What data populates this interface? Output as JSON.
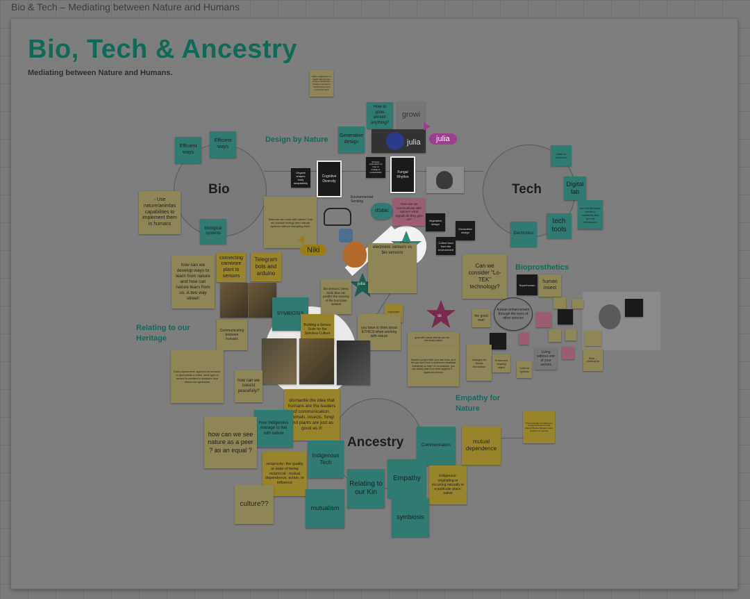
{
  "window": {
    "tab_title": "Bio & Tech – Mediating between Nature and Humans"
  },
  "board": {
    "title": "Bio, Tech & Ancestry",
    "subtitle": "Mediating between Nature and Humans."
  },
  "circles": {
    "bio": "Bio",
    "tech": "Tech",
    "ancestry": "Ancestry"
  },
  "headings": {
    "design_by_nature": "Design by Nature",
    "relating_heritage": "Relating to our Heritage",
    "bioprosthetics": "Bioprosthetics",
    "empathy_nature": "Empathy for Nature"
  },
  "tags": {
    "julia": "julia",
    "niki": "Niki",
    "growi": "growi",
    "photo_julia": "julia",
    "dsdac": "dSdac"
  },
  "stars": {
    "chris": "Chris",
    "julia2": "julia",
    "pink": "sk"
  },
  "colors": {
    "accent": "#0e6b58",
    "teal": "#2f7b72",
    "sticky": "#8f8658",
    "mustard": "#98852b",
    "highlight": "#f2f2f2"
  },
  "stickies": {
    "top_note": "Make a digital twin of Earth that lets you project interactions between species in Dutch forests and moods the work",
    "how_to_grow": "How to grow almost anything?",
    "generative_design": "Generative design",
    "efficient1": "Efficient ways",
    "efficient2": "Efficient ways",
    "use_nature": "- Use nature/animlas capabilities to implement them in humans",
    "biological_systems": "biological systems",
    "origami": "Origami shapes body adaptability",
    "cognitive": "Cognitive Diversity",
    "fungal": "Fungal Rhythm",
    "strategy": "Strategy exploration on type of intelligent sustainability",
    "env_sensing": "Environmental Sensing",
    "tree": "tree-image",
    "learn_robot": "Team we can work with robots? Can we channel energy from natural systems without disrupting them",
    "can_communicate": "How can we communicate with nature? what signals do they give us?",
    "tech_digital": "Digital fab",
    "tech_tools": "tech tools",
    "electronics": "Electronics",
    "connect": "Want to connect it",
    "tech_right": "use the biomimic media & machines that are not electronics",
    "vegetative_design": "Vegetative design",
    "generative_design2": "Generative design",
    "collect_food": "Collect food from the environment",
    "connecting_carnivore": "connecting carnivore plant to sensors",
    "telegram": "Telegram bots and arduino",
    "how_develop": "how can we develop ways to learn from nature and how can nature learn from us. A two way street!",
    "electronic_sensors": "electronic sensors vs bio sensors",
    "bio_sensors": "bio sensors: bees, birds that can predict the severity of the hurricane season",
    "symbiosis_card": "SYMBIOSIS",
    "building_sensor": "Building a Sensor Suite for the Spirulina Culture",
    "important_question": "Important question!",
    "ethics": "you have to think about ETHICS when working with nature",
    "lotek": "Can we consider \"Lo-TEK\" technology?",
    "superhuman": "Superhuman",
    "human_insect": "human insect",
    "human_enhancement": "human enhancement through the eyes of other species",
    "good_man": "the good man",
    "communicating": "Communicating between humans",
    "chris_experiment": "Chris experiment: agricultural sensors, to give plants a voice. what type of sensor is needed to measure how stress the symbionts",
    "coexist": "how can we coexist peacefully?",
    "how_indigenous": "How Indigenous manage to live with nature",
    "dismantle": "dismantle the idea that humans are the leaders of communication. animals, insects, fungi and plants are just as good as it!",
    "how_peer": "how can we see nature as a peer ? as an equal ?",
    "reciprocity": "reciprocity: the quality or state of being reciprocal : mutual dependence, action, or influence",
    "indigenous_tech": "Indigenous Tech",
    "communication": "Communication",
    "relating_kin": "Relating to our Kin",
    "empathy": "Empathy",
    "indigenous_def": "indigenous: originating or occurring naturally in a particular place; native",
    "mutual_dependence": "mutual dependence",
    "culture": "culture??",
    "mutualism": "mutualism",
    "symbiosis": "symbiosis",
    "empathy_note": "The knowledge of indigenous mutual dependence with nature? Before Western world of what is to coexist",
    "grow_note": "grow with nature that we are bio ... eventually plants",
    "grow_long": "Maybe a project with your own body, as if the you don't have a mushroom heartbeat Somebody to help? Or as example, you can simply plant and what happens if ... digital and human",
    "voyage": "Voyages for Social Innovation",
    "enhanced": "Enhanced hearing object",
    "cultural": "Cultural hybrids",
    "living": "Living without one of your senses",
    "grow_small": "Deep ... plants grow"
  }
}
